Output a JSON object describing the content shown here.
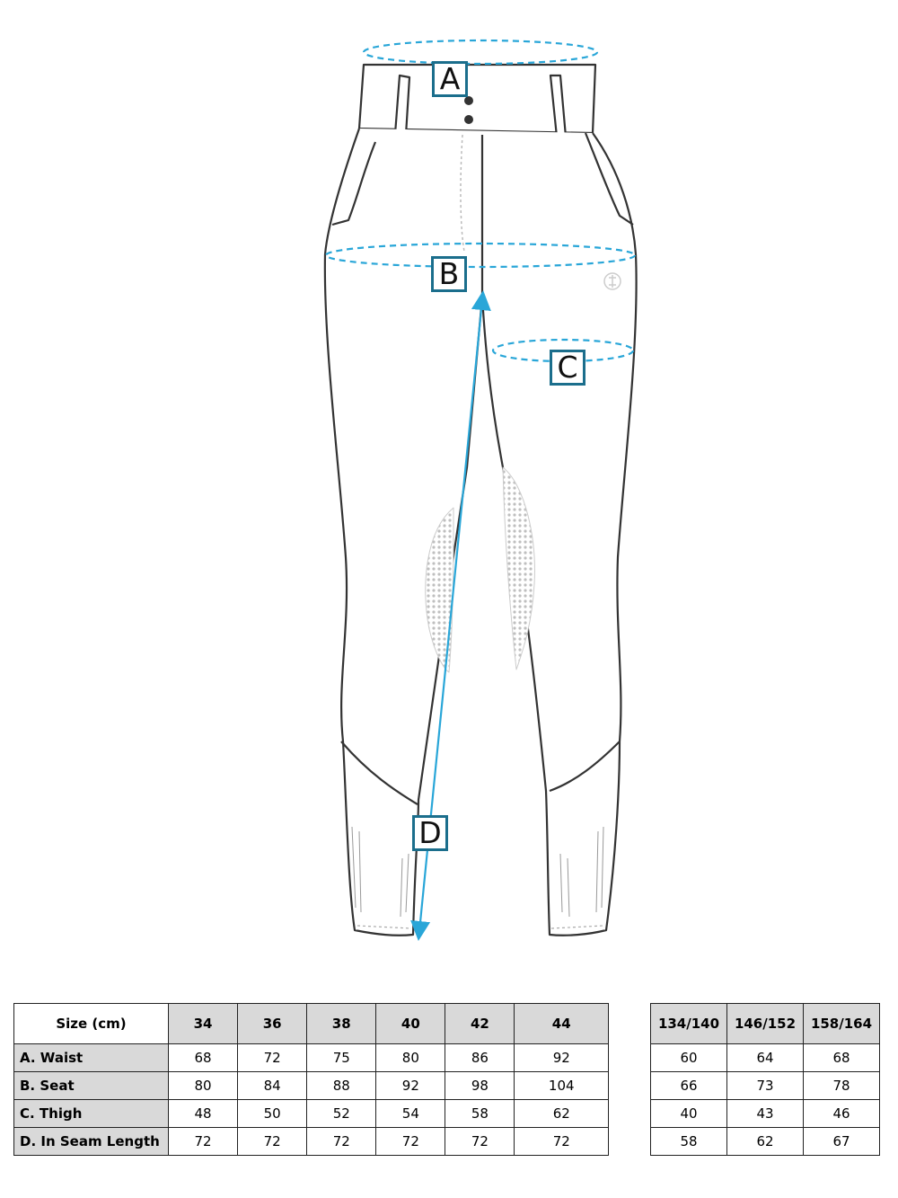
{
  "labels": {
    "a": "A",
    "b": "B",
    "c": "C",
    "d": "D"
  },
  "colors": {
    "measure_line": "#29a6d8",
    "label_border": "#1b6e8c",
    "header_fill": "#d9d9d9",
    "outline": "#333333"
  },
  "main_table": {
    "corner": "Size (cm)",
    "sizes": [
      "34",
      "36",
      "38",
      "40",
      "42",
      "44"
    ],
    "rows": [
      {
        "label": "A. Waist",
        "values": [
          "68",
          "72",
          "75",
          "80",
          "86",
          "92"
        ]
      },
      {
        "label": "B. Seat",
        "values": [
          "80",
          "84",
          "88",
          "92",
          "98",
          "104"
        ]
      },
      {
        "label": "C. Thigh",
        "values": [
          "48",
          "50",
          "52",
          "54",
          "58",
          "62"
        ]
      },
      {
        "label": "D. In Seam Length",
        "values": [
          "72",
          "72",
          "72",
          "72",
          "72",
          "72"
        ]
      }
    ]
  },
  "child_table": {
    "sizes": [
      "134/140",
      "146/152",
      "158/164"
    ],
    "rows": [
      {
        "values": [
          "60",
          "64",
          "68"
        ]
      },
      {
        "values": [
          "66",
          "73",
          "78"
        ]
      },
      {
        "values": [
          "40",
          "43",
          "46"
        ]
      },
      {
        "values": [
          "58",
          "62",
          "67"
        ]
      }
    ]
  }
}
